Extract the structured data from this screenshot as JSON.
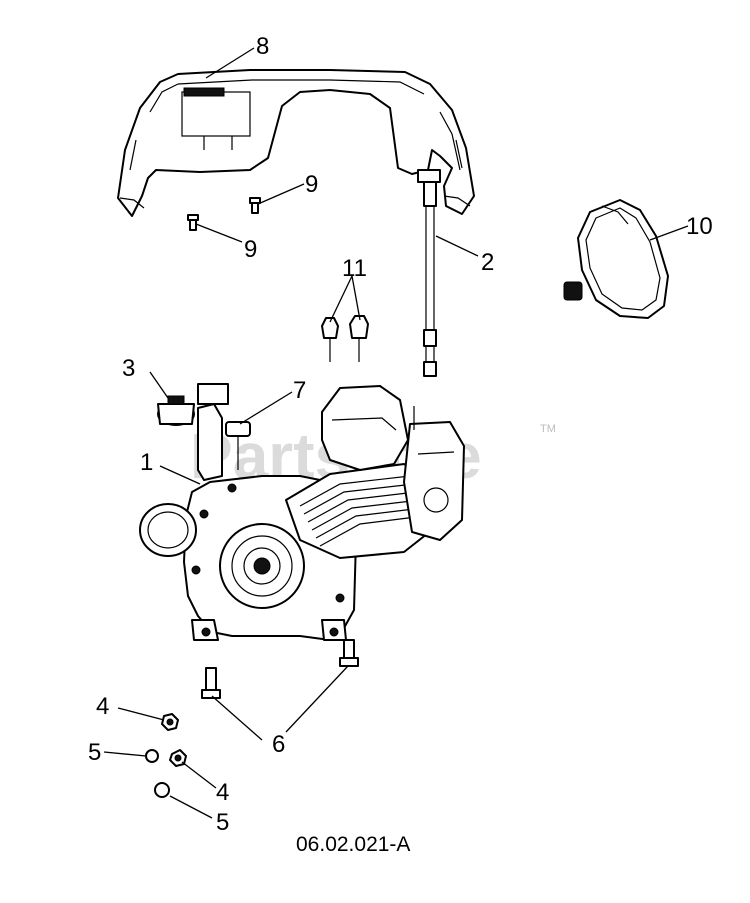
{
  "diagram": {
    "reference_code": "06.02.021-A",
    "watermark": "PartsTree",
    "watermark_tm": "TM",
    "callouts": [
      {
        "id": "c8",
        "label": "8"
      },
      {
        "id": "c9a",
        "label": "9"
      },
      {
        "id": "c9b",
        "label": "9"
      },
      {
        "id": "c2",
        "label": "2"
      },
      {
        "id": "c10",
        "label": "10"
      },
      {
        "id": "c11",
        "label": "11"
      },
      {
        "id": "c3",
        "label": "3"
      },
      {
        "id": "c7",
        "label": "7"
      },
      {
        "id": "c1",
        "label": "1"
      },
      {
        "id": "c4a",
        "label": "4"
      },
      {
        "id": "c5a",
        "label": "5"
      },
      {
        "id": "c6",
        "label": "6"
      },
      {
        "id": "c4b",
        "label": "4"
      },
      {
        "id": "c5b",
        "label": "5"
      }
    ]
  }
}
